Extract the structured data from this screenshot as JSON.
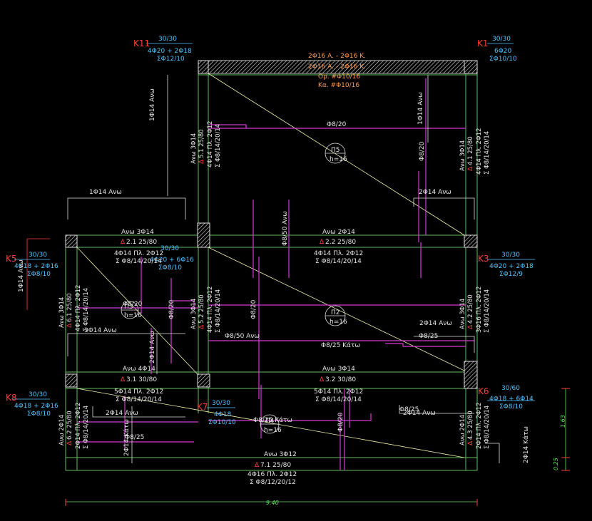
{
  "columns": {
    "K11": {
      "id": "K11",
      "dim": "30/30",
      "reinf": "4Φ20 + 2Φ18",
      "stirrups": "ΣΦ12/10"
    },
    "K1": {
      "id": "K1",
      "dim": "30/30",
      "reinf": "6Φ20",
      "stirrups": "ΣΦ10/10"
    },
    "K5": {
      "id": "K5",
      "dim": "30/30",
      "reinf": "4Φ18 + 2Φ16",
      "stirrups": "ΣΦ8/10"
    },
    "K3": {
      "id": "K3",
      "dim": "30/30",
      "reinf": "4Φ20 + 2Φ18",
      "stirrups": "ΣΦ12/9"
    },
    "K8": {
      "id": "K8",
      "dim": "30/30",
      "reinf": "4Φ18 + 2Φ16",
      "stirrups": "ΣΦ8/10"
    },
    "K6": {
      "id": "K6",
      "dim": "30/60",
      "reinf": "4Φ18 + 6Φ14",
      "stirrups": "ΣΦ8/10"
    },
    "K7": {
      "id": "K7",
      "dim": "30/30",
      "reinf": "4Φ18",
      "stirrups": "ΣΦ10/10"
    },
    "K2": {
      "dim": "30/30",
      "reinf": "4Φ20 + 6Φ16",
      "stirrups": "ΣΦ8/10"
    }
  },
  "top_beam": {
    "bottom": "2Φ16 Α. - 2Φ16 Κ.",
    "top": "2Φ16 Α. - 2Φ16 Κ.",
    "orth": "Ορ. #Φ10/16",
    "ka": "Κα. #Φ10/16"
  },
  "beams": {
    "d21": {
      "top": "Ανω 3Φ14",
      "mark": "Δ",
      "name": "2.1  25/80",
      "bottom": "4Φ14 Πλ. 2Φ12",
      "stirrups": "Σ Φ8/14/20/14"
    },
    "d22": {
      "top": "Ανω 2Φ14",
      "mark": "Δ",
      "name": "2.2  25/80",
      "bottom": "4Φ14 Πλ. 2Φ12",
      "stirrups": "Σ Φ8/14/20/14"
    },
    "d31": {
      "top": "Ανω 4Φ14",
      "mark": "Δ",
      "name": "3.1  30/80",
      "bottom": "5Φ14 Πλ. 2Φ12",
      "stirrups": "Σ Φ8/14/20/14"
    },
    "d32": {
      "top": "Ανω 3Φ14",
      "mark": "Δ",
      "name": "3.2  30/80",
      "bottom": "5Φ14 Πλ. 2Φ12",
      "stirrups": "Σ Φ8/14/20/14"
    },
    "d71": {
      "top": "Ανω 3Φ12",
      "mark": "Δ",
      "name": "7.1  25/80",
      "bottom": "4Φ16 Πλ. 2Φ12",
      "stirrups": "Σ Φ8/12/20/12"
    },
    "d51": {
      "top": "Ανω 3Φ14",
      "mark": "Δ",
      "name": "5.1  25/80",
      "bottom": "4Φ14 Πλ. 2Φ12",
      "stirrups": "Σ Φ8/14/20/14"
    },
    "d41": {
      "top": "Ανω 3Φ14",
      "mark": "Δ",
      "name": "4.1  25/80",
      "bottom": "4Φ14 Πλ. 2Φ12",
      "stirrups": "Σ Φ8/14/20/14"
    },
    "d52": {
      "top": "Ανω 3Φ14",
      "mark": "Δ",
      "name": "5.2  25/80",
      "bottom": "4Φ14 Πλ. 2Φ12",
      "stirrups": "Σ Φ8/14/20/14"
    },
    "d42": {
      "top": "Ανω 3Φ14",
      "mark": "Δ",
      "name": "4.2  25/80",
      "bottom": "3Φ16 Πλ. 2Φ12",
      "stirrups": "Σ Φ8/14/20/14"
    },
    "d61": {
      "top": "Ανω 3Φ14",
      "mark": "Δ",
      "name": "6.1  25/80",
      "bottom": "4Φ14 Πλ. 2Φ12",
      "stirrups": "Σ Φ8/14/20/14"
    },
    "d62": {
      "top": "Ανω 2Φ14",
      "mark": "Δ",
      "name": "6.2  25/80",
      "bottom": "2Φ14 Πλ. 2Φ12",
      "stirrups": "Σ Φ8/14/20/14"
    },
    "d43": {
      "top": "Ανω 2Φ14",
      "mark": "Δ",
      "name": "4.3  25/80",
      "bottom": "2Φ14 Πλ. 2Φ12",
      "stirrups": "Σ Φ8/14/20/14"
    }
  },
  "slabs": {
    "p5": {
      "name": "Π5",
      "h": "h=16"
    },
    "p2": {
      "name": "Π2",
      "h": "h=16"
    },
    "p3": {
      "name": "Π3",
      "h": "h=16"
    },
    "p4": {
      "name": "Π4",
      "h": "h=16"
    }
  },
  "rebar_labels": {
    "phi14_up_a": "1Φ14 Ανω",
    "phi14_up_b": "1Φ14 Ανω",
    "phi14_up_c": "1Φ14 Ανω",
    "phi14_up_d": "1Φ14 Ανω",
    "phi14_up_e": "1Φ14 Ανω",
    "two14_up_a": "2Φ14 Ανω",
    "two14_up_b": "2Φ14 Ανω",
    "two14_up_c": "2Φ14 Ανω",
    "two14_up_d": "2Φ14 Ανω",
    "two14_down_a": "2Φ14 Κάτω",
    "two14_down_b": "2Φ14 Κάτω",
    "phi8_20_a": "Φ8/20",
    "phi8_20_b": "Φ8/20",
    "phi8_20_c": "Φ8/20",
    "phi8_20_d": "Φ8/20",
    "phi8_20_e": "Φ8/20",
    "phi8_20_f": "Φ8/20",
    "phi8_50_up_a": "Φ8/50 Ανω",
    "phi8_50_up_b": "Φ8/50 Ανω",
    "phi8_25": "Φ8/25",
    "phi8_25_b": "Φ8/25",
    "phi8_25_c": "Φ8/25",
    "phi8_25_down_a": "Φ8/25 Κάτω",
    "phi8_25_down_b": "Φ8/25 Κάτω",
    "two14_up_e": "2Φ14 Ανω"
  },
  "dimensions": {
    "total_width": "9.40",
    "right_upper": "1.63",
    "right_lower": "0.25"
  },
  "colors": {
    "background": "#000000",
    "axis": "#5fbf5f",
    "rebar": "#d23bd2",
    "text": "#e6e6e6",
    "cyan": "#4fc3ff",
    "red": "#ff3b3b"
  }
}
